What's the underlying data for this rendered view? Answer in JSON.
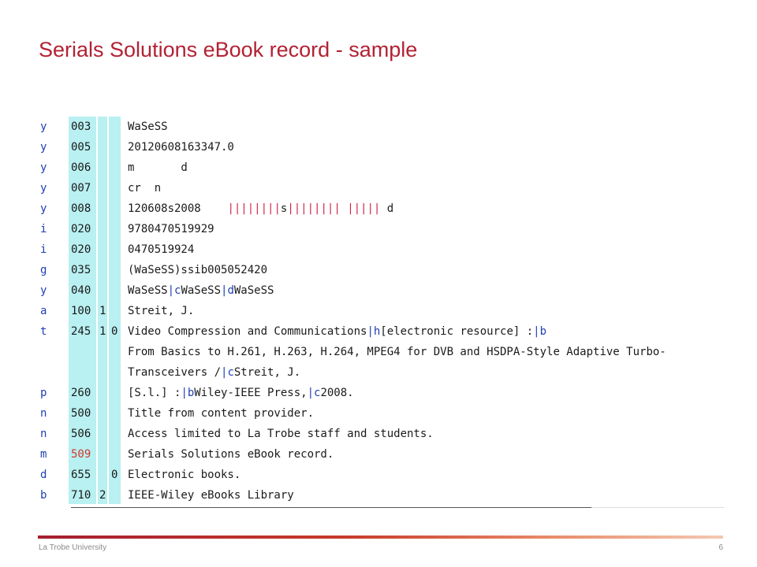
{
  "slide": {
    "title": "Serials Solutions eBook record - sample",
    "footer_left": "La Trobe University",
    "page_number": "6"
  },
  "marc_record": {
    "rows": [
      {
        "code": "y",
        "tag": "003",
        "ind1": "",
        "ind2": "",
        "data": [
          {
            "t": "WaSeSS"
          }
        ]
      },
      {
        "code": "y",
        "tag": "005",
        "ind1": "",
        "ind2": "",
        "data": [
          {
            "t": "20120608163347.0"
          }
        ]
      },
      {
        "code": "y",
        "tag": "006",
        "ind1": "",
        "ind2": "",
        "data": [
          {
            "t": "m       d"
          }
        ]
      },
      {
        "code": "y",
        "tag": "007",
        "ind1": "",
        "ind2": "",
        "data": [
          {
            "t": "cr  n"
          }
        ]
      },
      {
        "code": "y",
        "tag": "008",
        "ind1": "",
        "ind2": "",
        "data": [
          {
            "t": "120608s2008    "
          },
          {
            "t": "||||||||",
            "s": "fill"
          },
          {
            "t": "s"
          },
          {
            "t": "||||||||",
            "s": "fill"
          },
          {
            "t": " "
          },
          {
            "t": "|||||",
            "s": "fill"
          },
          {
            "t": " d"
          }
        ]
      },
      {
        "code": "i",
        "tag": "020",
        "ind1": "",
        "ind2": "",
        "data": [
          {
            "t": "9780470519929"
          }
        ]
      },
      {
        "code": "i",
        "tag": "020",
        "ind1": "",
        "ind2": "",
        "data": [
          {
            "t": "0470519924"
          }
        ]
      },
      {
        "code": "g",
        "tag": "035",
        "ind1": "",
        "ind2": "",
        "data": [
          {
            "t": "(WaSeSS)ssib005052420"
          }
        ]
      },
      {
        "code": "y",
        "tag": "040",
        "ind1": "",
        "ind2": "",
        "data": [
          {
            "t": "WaSeSS"
          },
          {
            "t": "|c",
            "s": "sub"
          },
          {
            "t": "WaSeSS"
          },
          {
            "t": "|d",
            "s": "sub"
          },
          {
            "t": "WaSeSS"
          }
        ]
      },
      {
        "code": "a",
        "tag": "100",
        "ind1": "1",
        "ind2": "",
        "data": [
          {
            "t": "Streit, J."
          }
        ]
      },
      {
        "code": "t",
        "tag": "245",
        "ind1": "1",
        "ind2": "0",
        "data": [
          {
            "t": "Video Compression and Communications"
          },
          {
            "t": "|h",
            "s": "sub"
          },
          {
            "t": "[electronic resource] :"
          },
          {
            "t": "|b",
            "s": "sub"
          }
        ]
      },
      {
        "code": "",
        "tag": "",
        "ind1": "",
        "ind2": "",
        "data": [
          {
            "t": "From Basics to H.261, H.263, H.264, MPEG4 for DVB and HSDPA-Style Adaptive Turbo-"
          }
        ]
      },
      {
        "code": "",
        "tag": "",
        "ind1": "",
        "ind2": "",
        "data": [
          {
            "t": "Transceivers /"
          },
          {
            "t": "|c",
            "s": "sub"
          },
          {
            "t": "Streit, J."
          }
        ]
      },
      {
        "code": "p",
        "tag": "260",
        "ind1": "",
        "ind2": "",
        "data": [
          {
            "t": "[S.l.] :"
          },
          {
            "t": "|b",
            "s": "sub"
          },
          {
            "t": "Wiley-IEEE Press,"
          },
          {
            "t": "|c",
            "s": "sub"
          },
          {
            "t": "2008."
          }
        ]
      },
      {
        "code": "n",
        "tag": "500",
        "ind1": "",
        "ind2": "",
        "data": [
          {
            "t": "Title from content provider."
          }
        ]
      },
      {
        "code": "n",
        "tag": "506",
        "ind1": "",
        "ind2": "",
        "data": [
          {
            "t": "Access limited to La Trobe staff and students."
          }
        ]
      },
      {
        "code": "m",
        "tag": "509",
        "tag_style": "red",
        "ind1": "",
        "ind2": "",
        "data": [
          {
            "t": "Serials Solutions eBook record."
          }
        ]
      },
      {
        "code": "d",
        "tag": "655",
        "ind1": "",
        "ind2": "0",
        "data": [
          {
            "t": "Electronic books."
          }
        ]
      },
      {
        "code": "b",
        "tag": "710",
        "ind1": "2",
        "ind2": "",
        "data": [
          {
            "t": "IEEE-Wiley eBooks Library"
          }
        ]
      }
    ]
  },
  "colors": {
    "title": "#b22234",
    "tag_column": "#b9f0f1",
    "code_letter": "#1f3fb3",
    "subfield_delimiter": "#1f3fb3",
    "fill_character": "#d0254a",
    "highlighted_tag": "#d03a2b"
  }
}
